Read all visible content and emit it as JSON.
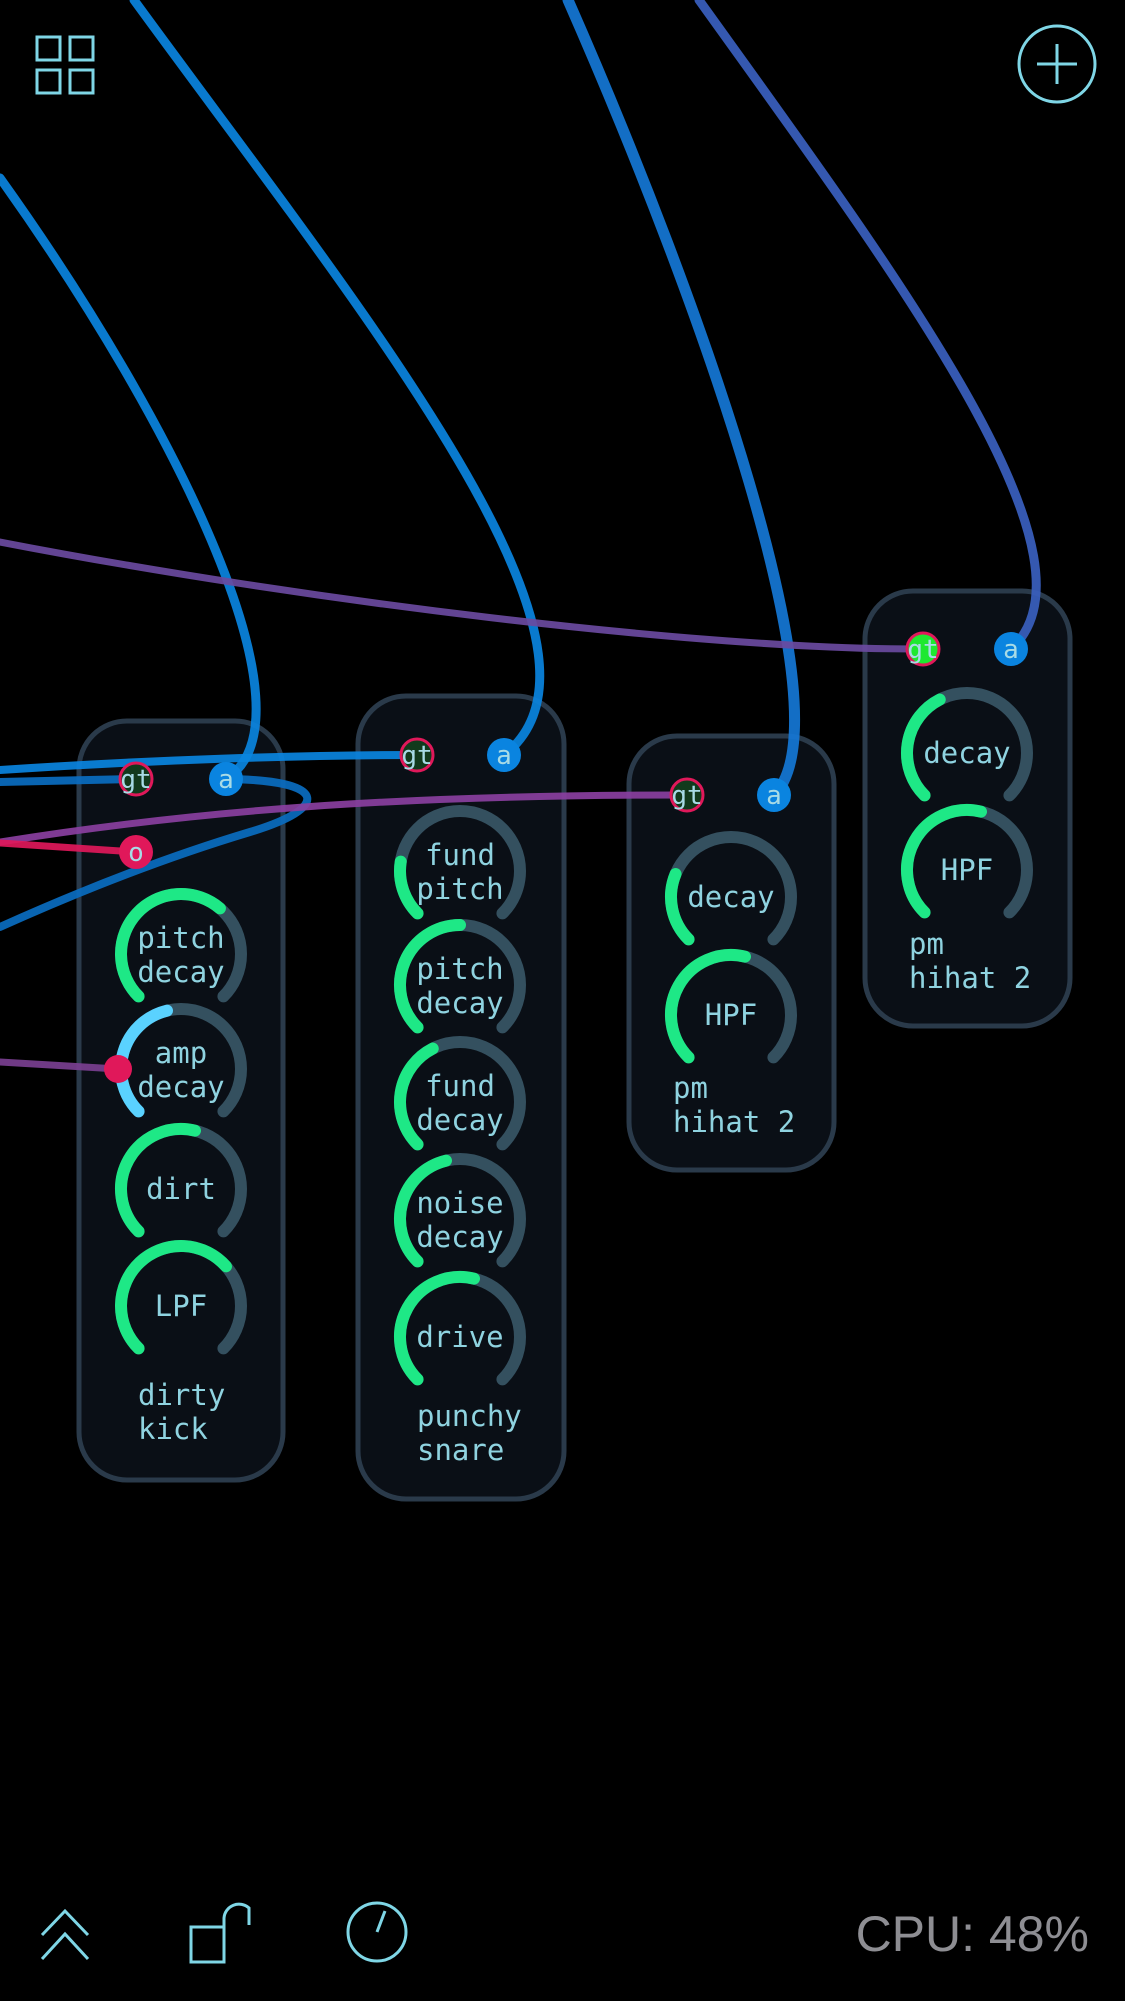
{
  "toolbar": {
    "top_left_icon": "grid-icon",
    "top_right_icon": "plus-circle-icon",
    "bottom_icons": [
      "chevron-double-up-icon",
      "unlock-icon",
      "clock-icon"
    ],
    "cpu_label": "CPU: 48%"
  },
  "colors": {
    "background": "#000000",
    "module_fill": "#0a0f16",
    "module_border": "#2a3a4a",
    "knob_active": "#1ee886",
    "knob_selected": "#5ad2ff",
    "knob_track": "#34505f",
    "port_audio": "#0a84e0",
    "port_gate_ring": "#e0185a",
    "port_output": "#e0185a",
    "icon": "#7fd6e6"
  },
  "modules": [
    {
      "name": "dirty kick",
      "title_lines": [
        "dirty",
        "kick"
      ],
      "ports": [
        {
          "label": "gt",
          "type": "gate"
        },
        {
          "label": "a",
          "type": "audio"
        },
        {
          "label": "o",
          "type": "output"
        }
      ],
      "knobs": [
        {
          "lines": [
            "pitch",
            "decay"
          ],
          "value": 0.65
        },
        {
          "lines": [
            "amp",
            "decay"
          ],
          "value": 0.45,
          "selected": true
        },
        {
          "lines": [
            "dirt"
          ],
          "value": 0.55
        },
        {
          "lines": [
            "LPF"
          ],
          "value": 0.68
        }
      ]
    },
    {
      "name": "punchy snare",
      "title_lines": [
        "punchy",
        "snare"
      ],
      "ports": [
        {
          "label": "gt",
          "type": "gate"
        },
        {
          "label": "a",
          "type": "audio"
        }
      ],
      "knobs": [
        {
          "lines": [
            "fund",
            "pitch"
          ],
          "value": 0.2
        },
        {
          "lines": [
            "pitch",
            "decay"
          ],
          "value": 0.5
        },
        {
          "lines": [
            "fund",
            "decay"
          ],
          "value": 0.4
        },
        {
          "lines": [
            "noise",
            "decay"
          ],
          "value": 0.45
        },
        {
          "lines": [
            "drive"
          ],
          "value": 0.55
        }
      ]
    },
    {
      "name": "pm hihat 2",
      "title_lines": [
        "pm",
        "hihat 2"
      ],
      "ports": [
        {
          "label": "gt",
          "type": "gate"
        },
        {
          "label": "a",
          "type": "audio"
        }
      ],
      "knobs": [
        {
          "lines": [
            "decay"
          ],
          "value": 0.25
        },
        {
          "lines": [
            "HPF"
          ],
          "value": 0.55
        }
      ]
    },
    {
      "name": "pm hihat 2",
      "title_lines": [
        "pm",
        "hihat 2"
      ],
      "ports": [
        {
          "label": "gt",
          "type": "gate",
          "active": true
        },
        {
          "label": "a",
          "type": "audio"
        }
      ],
      "knobs": [
        {
          "lines": [
            "decay"
          ],
          "value": 0.4
        },
        {
          "lines": [
            "HPF"
          ],
          "value": 0.55
        }
      ]
    }
  ]
}
